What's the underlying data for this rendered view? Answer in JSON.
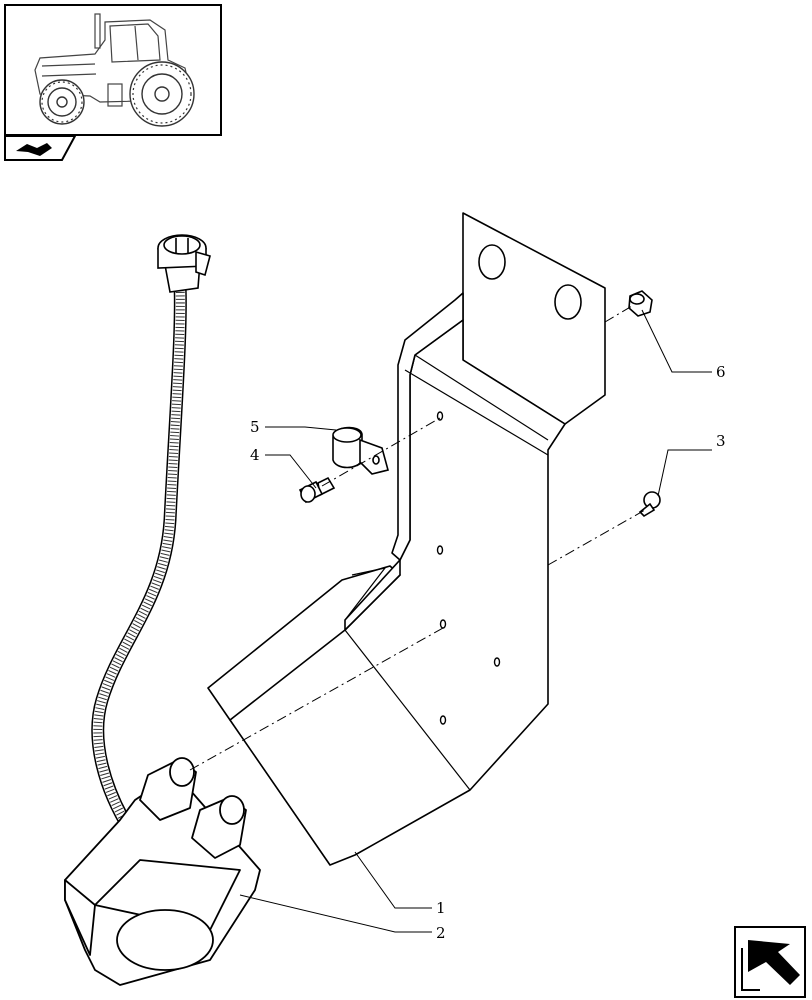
{
  "callouts": [
    {
      "id": "1",
      "label": "1"
    },
    {
      "id": "2",
      "label": "2"
    },
    {
      "id": "3",
      "label": "3"
    },
    {
      "id": "4",
      "label": "4"
    },
    {
      "id": "5",
      "label": "5"
    },
    {
      "id": "6",
      "label": "6"
    }
  ],
  "icons": {
    "thumbnail": "tractor-thumbnail-icon",
    "section": "section-folder-icon",
    "next_page": "next-page-arrow-icon"
  }
}
